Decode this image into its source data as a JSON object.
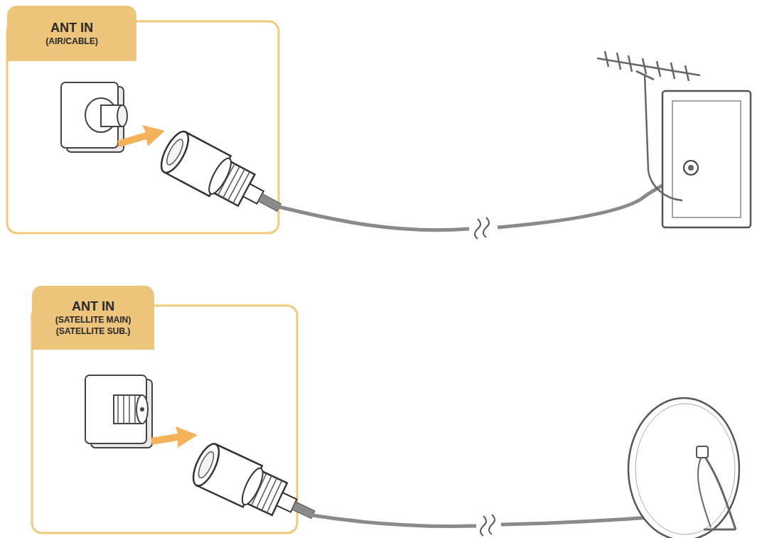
{
  "diagram": {
    "nodes": [
      {
        "text": [
          "ANT IN",
          "(AIR/CABLE)"
        ]
      },
      {
        "text": [
          "ANT IN",
          "(SATELLITE MAIN)",
          "(SATELLITE SUB.)"
        ]
      }
    ]
  }
}
